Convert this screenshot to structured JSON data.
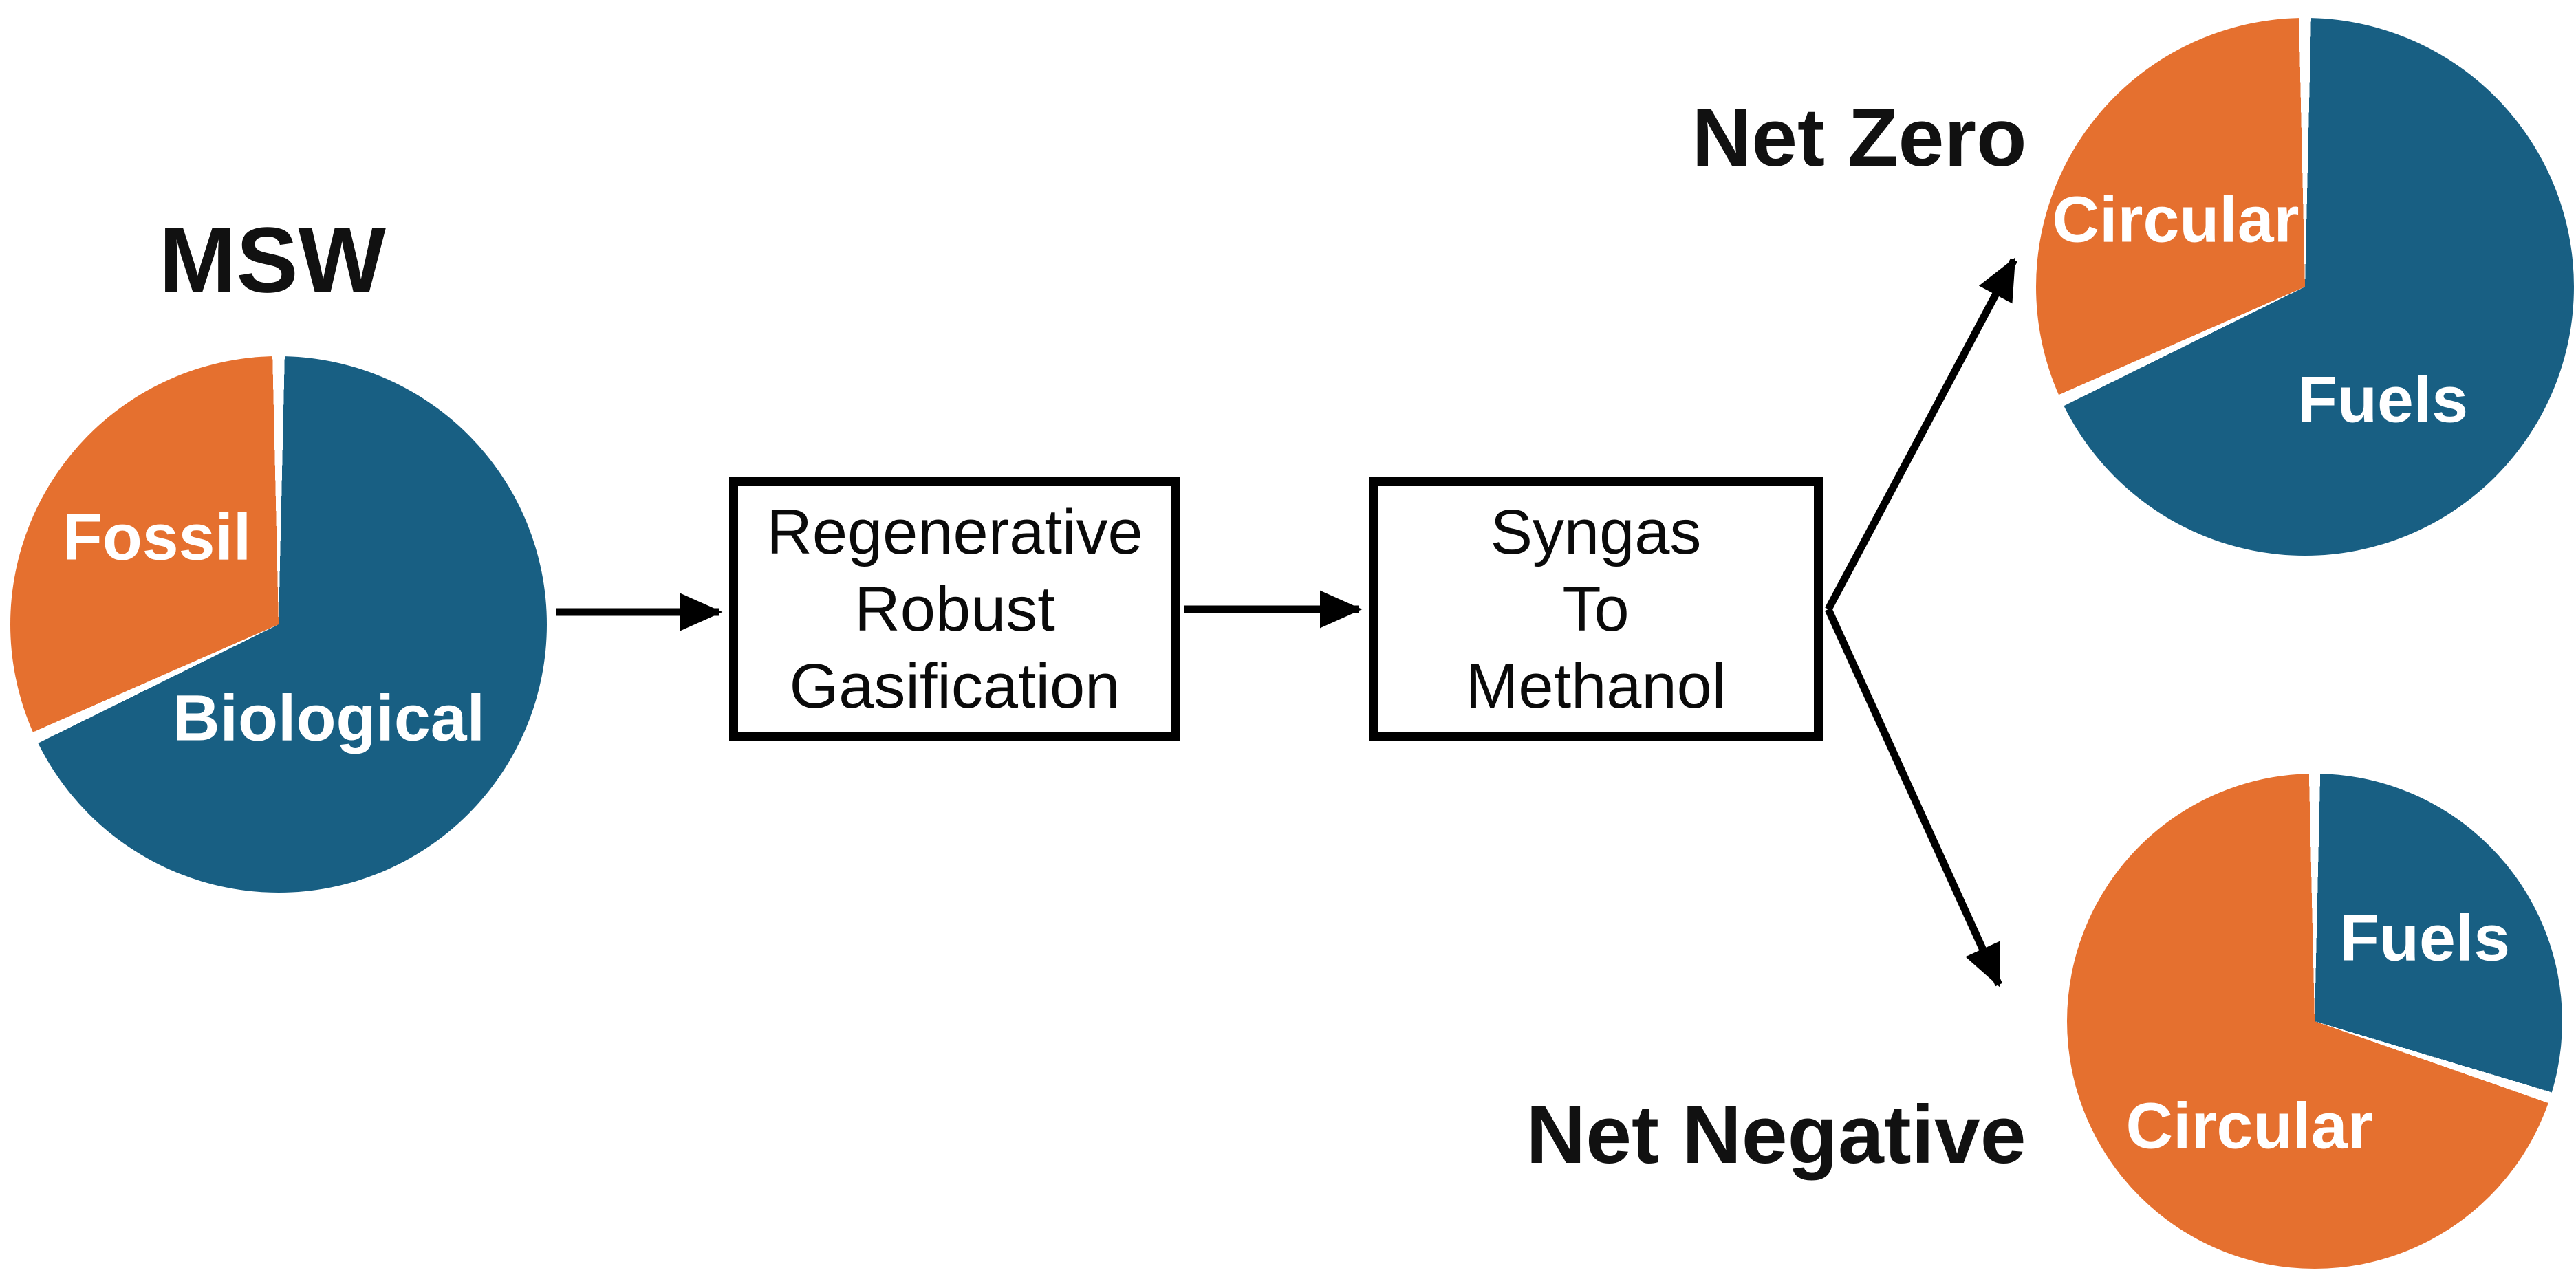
{
  "titles": {
    "msw": "MSW",
    "net_zero": "Net Zero",
    "net_negative": "Net Negative"
  },
  "boxes": {
    "gasification": {
      "lines": [
        "Regenerative",
        "Robust",
        "Gasification"
      ]
    },
    "syngas_to_methanol": {
      "lines": [
        "Syngas",
        "To",
        "Methanol"
      ]
    }
  },
  "pies": {
    "msw": {
      "gap_color": "#ffffff",
      "labels": {
        "fossil": "Fossil",
        "biological": "Biological"
      },
      "slices": [
        {
          "name": "biological",
          "color": "#185F83",
          "from": 1.3,
          "to": 243.7
        },
        {
          "name": "fossil",
          "color": "#E5702F",
          "from": 246.3,
          "to": 358.7
        }
      ]
    },
    "net_zero": {
      "gap_color": "#ffffff",
      "labels": {
        "circular": "Circular",
        "fuels": "Fuels"
      },
      "slices": [
        {
          "name": "fuels",
          "color": "#185F83",
          "from": 1.3,
          "to": 243.7
        },
        {
          "name": "circular",
          "color": "#E5702F",
          "from": 246.3,
          "to": 358.7
        }
      ]
    },
    "net_negative": {
      "gap_color": "#ffffff",
      "labels": {
        "fuels": "Fuels",
        "circular": "Circular"
      },
      "slices": [
        {
          "name": "fuels",
          "color": "#185F83",
          "from": 1.3,
          "to": 106.7
        },
        {
          "name": "circular",
          "color": "#E5702F",
          "from": 109.3,
          "to": 358.7
        }
      ]
    }
  },
  "flow": {
    "arrows": [
      {
        "from": "MSW",
        "to": "Regenerative Robust Gasification"
      },
      {
        "from": "Regenerative Robust Gasification",
        "to": "Syngas To Methanol"
      },
      {
        "from": "Syngas To Methanol",
        "to": "Net Zero"
      },
      {
        "from": "Syngas To Methanol",
        "to": "Net Negative"
      }
    ]
  },
  "colors": {
    "orange": "#E5702F",
    "blue": "#185F83",
    "arrow": "#000000",
    "box_border": "#000000",
    "background": "#FFFFFF",
    "title_text": "#111111",
    "pie_label_text": "#FFFFFF"
  },
  "chart_data": [
    {
      "type": "pie",
      "title": "MSW",
      "start_angle_deg": 0,
      "direction": "clockwise",
      "slices": [
        {
          "label": "Biological",
          "value_pct": 68,
          "color": "#185F83"
        },
        {
          "label": "Fossil",
          "value_pct": 32,
          "color": "#E5702F"
        }
      ]
    },
    {
      "type": "pie",
      "title": "Net Zero",
      "start_angle_deg": 0,
      "direction": "clockwise",
      "slices": [
        {
          "label": "Fuels",
          "value_pct": 68,
          "color": "#185F83"
        },
        {
          "label": "Circular",
          "value_pct": 32,
          "color": "#E5702F"
        }
      ]
    },
    {
      "type": "pie",
      "title": "Net Negative",
      "start_angle_deg": 0,
      "direction": "clockwise",
      "slices": [
        {
          "label": "Fuels",
          "value_pct": 30,
          "color": "#185F83"
        },
        {
          "label": "Circular",
          "value_pct": 70,
          "color": "#E5702F"
        }
      ]
    }
  ]
}
